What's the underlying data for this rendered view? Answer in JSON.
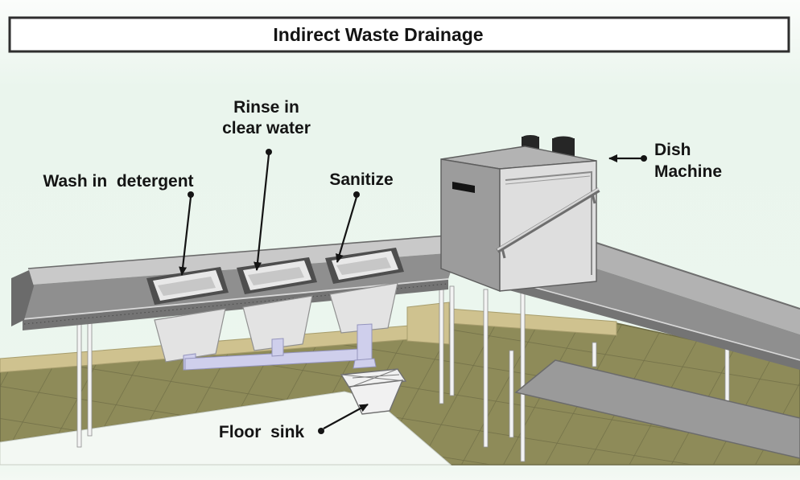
{
  "title": "Indirect Waste Drainage",
  "labels": {
    "wash": "Wash in  detergent",
    "rinse_line1": "Rinse in",
    "rinse_line2": "clear water",
    "sanitize": "Sanitize",
    "dish_machine_line1": "Dish",
    "dish_machine_line2": "Machine",
    "floor_sink": "Floor  sink"
  },
  "colors": {
    "ink": "#141414",
    "bg-main": "#eaf5ed",
    "bg-top": "#fbfdfb",
    "title-border": "#2e2e2e",
    "title-bg": "#ffffff",
    "steel-top": "#8f8f8f",
    "steel-front": "#747474",
    "steel-light": "#c9c9c9",
    "steel-mid": "#b2b2b2",
    "steel-end": "#6b6b6b",
    "sink-rim": "#4e4e4e",
    "sink-wall": "#e8e8e8",
    "sink-floor": "#c7c7c7",
    "basin": "#e3e3e3",
    "basin-line": "#909090",
    "pipe": "#cfcfec",
    "pipe-line": "#9494bd",
    "machine-front": "#dedede",
    "machine-side": "#9c9c9c",
    "machine-top": "#b3b3b3",
    "vent": "#262626",
    "floor": "#8e8b59",
    "floor-line": "#6f6c45",
    "curb": "#cfc28f",
    "curb-line": "#a79d6d",
    "leg": "#f3f3f3",
    "leg-line": "#8d8d8d",
    "shelf": "#9a9a9a",
    "white-floor": "#f3f8f3"
  }
}
